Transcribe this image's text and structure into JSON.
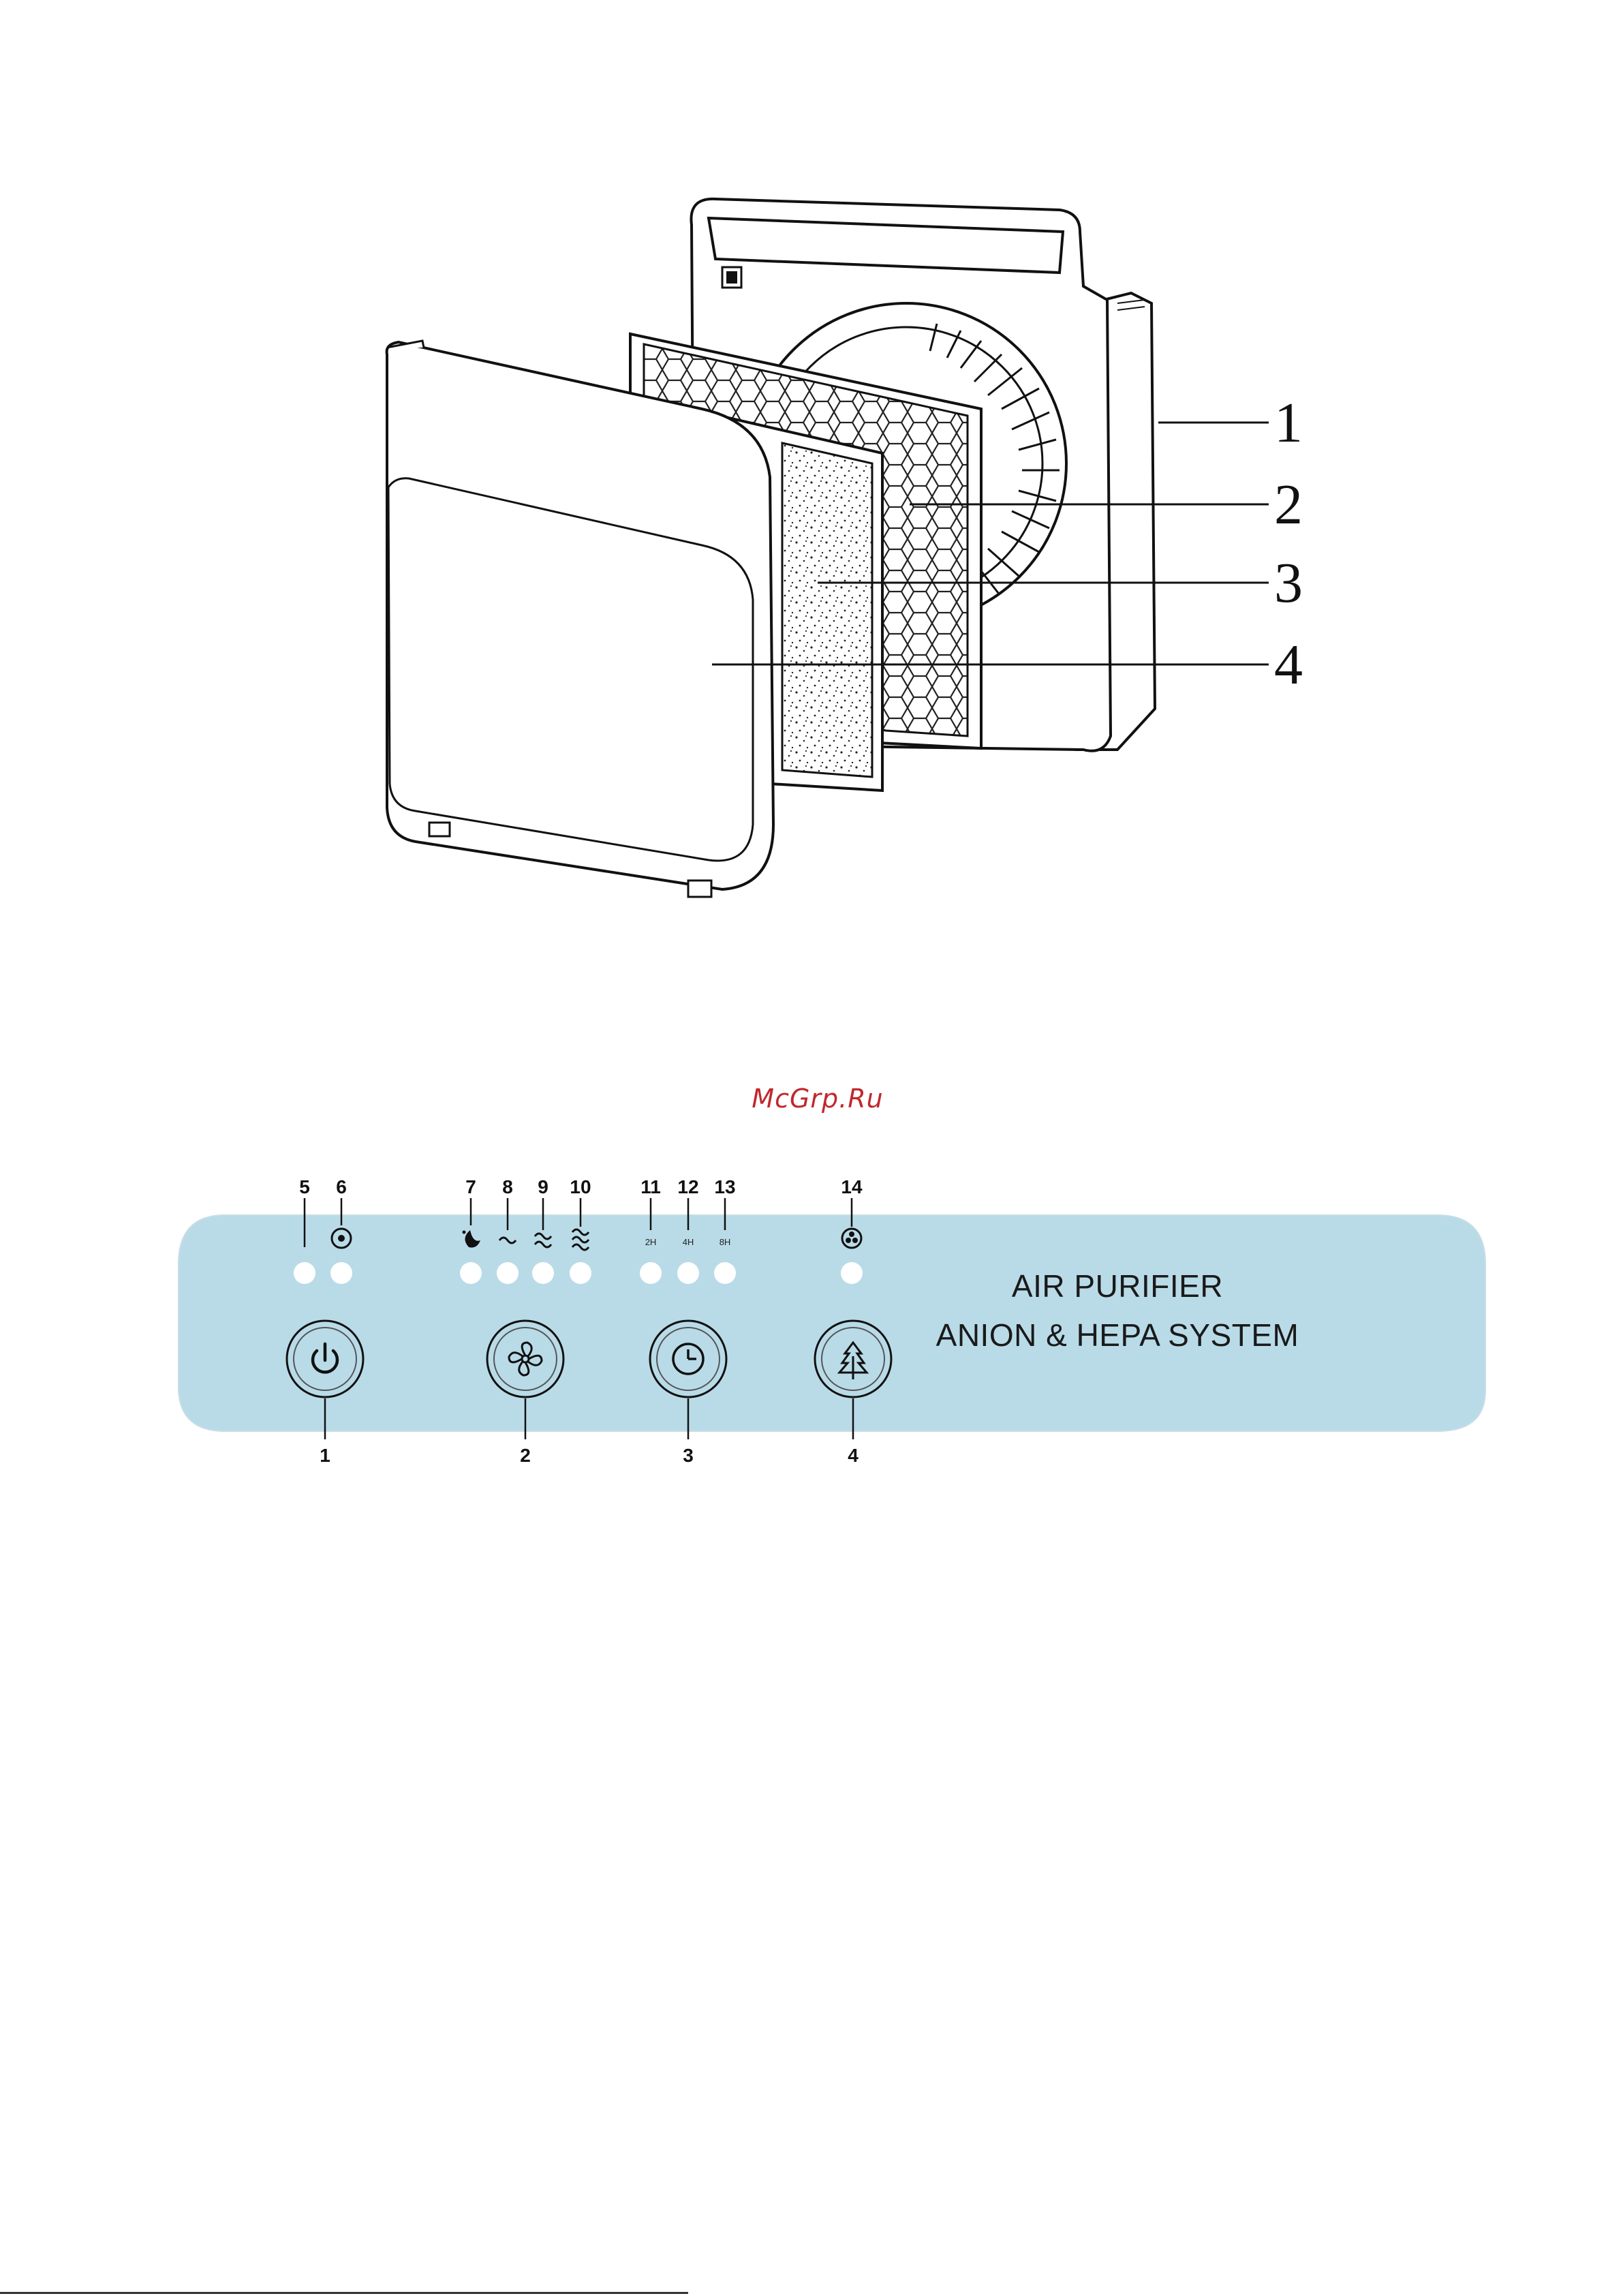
{
  "diagram": {
    "callouts": [
      "1",
      "2",
      "3",
      "4"
    ]
  },
  "watermark": "McGrp.Ru",
  "panel": {
    "title_line1": "AIR PURIFIER",
    "title_line2": "ANION & HEPA SYSTEM",
    "background_color": "#b9dbe8",
    "indicator_numbers": [
      "5",
      "6",
      "7",
      "8",
      "9",
      "10",
      "11",
      "12",
      "13",
      "14"
    ],
    "button_numbers": [
      "1",
      "2",
      "3",
      "4"
    ],
    "timer_labels": [
      "2H",
      "4H",
      "8H"
    ],
    "buttons": [
      {
        "icon": "power-icon"
      },
      {
        "icon": "fan-icon"
      },
      {
        "icon": "timer-icon"
      },
      {
        "icon": "tree-icon"
      }
    ]
  }
}
